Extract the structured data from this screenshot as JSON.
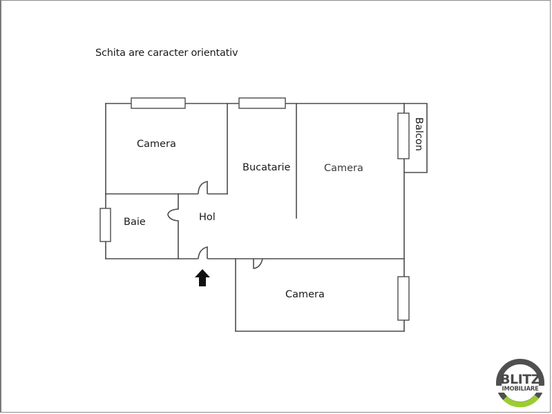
{
  "caption": "Schita are caracter orientativ",
  "rooms": [
    {
      "id": "camera-1",
      "label": "Camera"
    },
    {
      "id": "bucatarie",
      "label": "Bucatarie"
    },
    {
      "id": "camera-2",
      "label": "Camera"
    },
    {
      "id": "balcon",
      "label": "Balcon"
    },
    {
      "id": "baie",
      "label": "Baie"
    },
    {
      "id": "hol",
      "label": "Hol"
    },
    {
      "id": "camera-3",
      "label": "Camera"
    }
  ],
  "entrance_icon": "arrow-up-icon",
  "logo": {
    "line1": "BLITZ",
    "line2": "IMOBILIARE",
    "ring_color": "#505050",
    "accent_color": "#9acd32"
  },
  "colors": {
    "wall": "#4a4a4a",
    "window": "#4a4a4a",
    "background": "#ffffff",
    "text": "#1a1a1a"
  }
}
